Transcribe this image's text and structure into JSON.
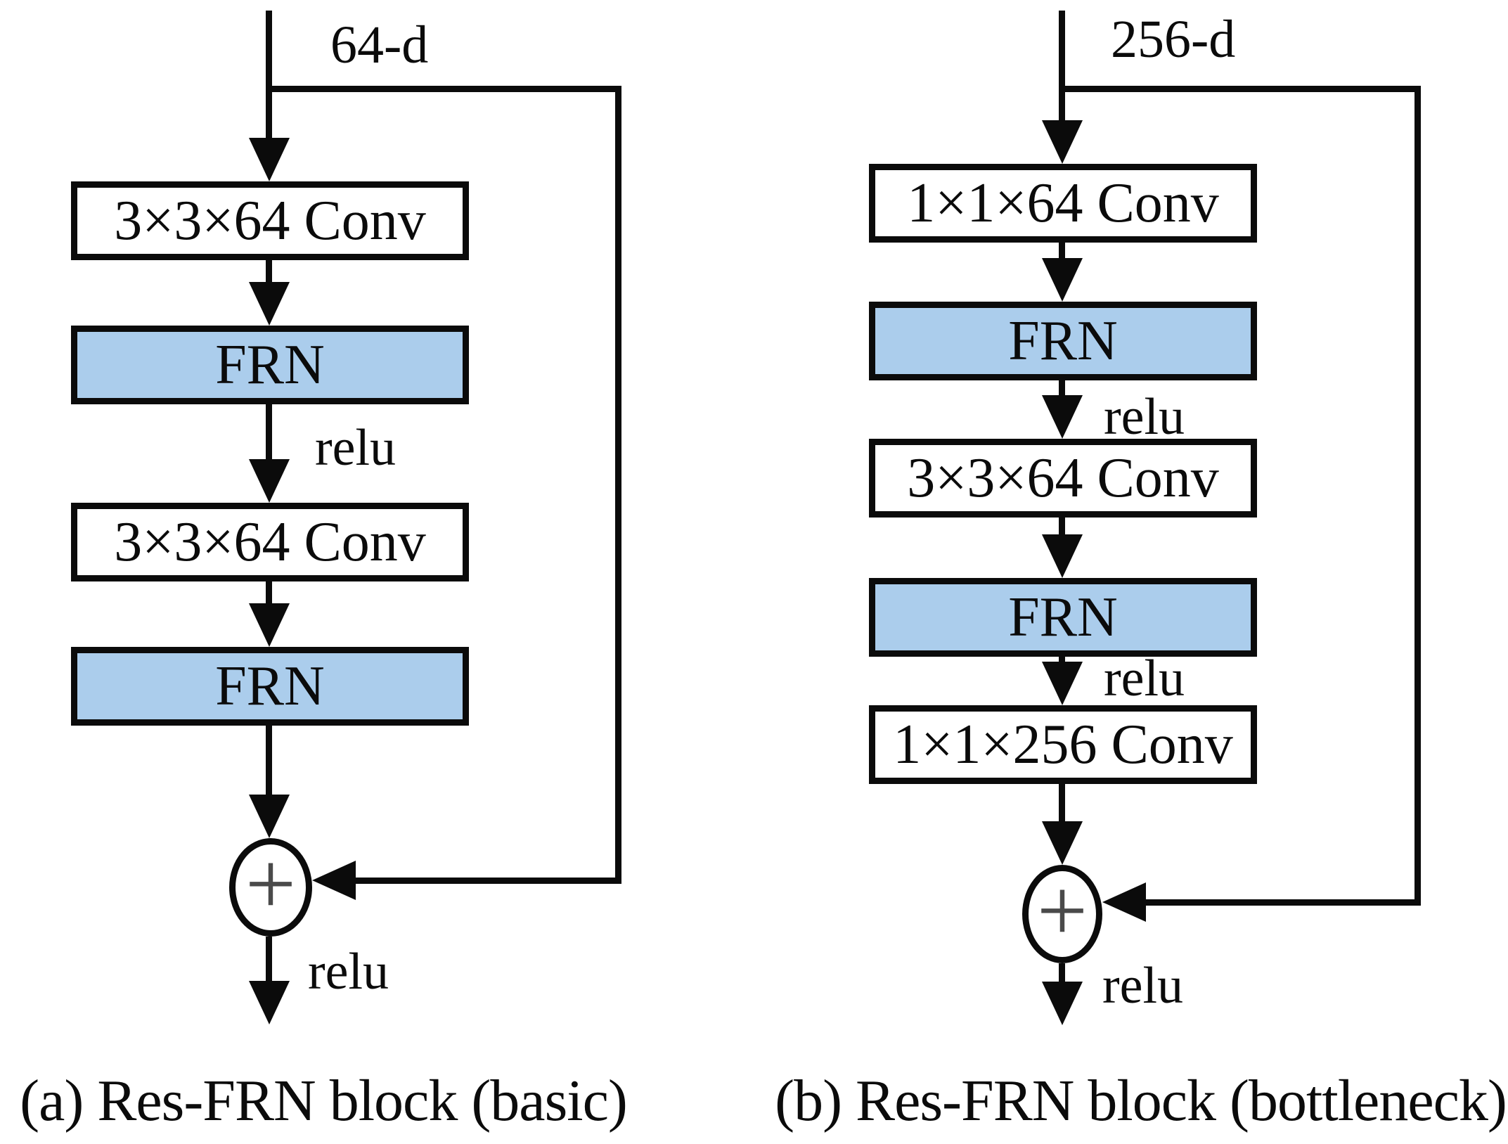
{
  "colors": {
    "frn_fill": "#abcdec",
    "conv_fill": "#ffffff",
    "line": "#0b0b0b",
    "plus": "#4a4a4a"
  },
  "labels": {
    "relu": "relu",
    "plus": "+"
  },
  "diagram_a": {
    "input_dim_label": "64-d",
    "boxes": [
      {
        "label": "3×3×64 Conv",
        "type": "conv"
      },
      {
        "label": "FRN",
        "type": "frn"
      },
      {
        "label": "3×3×64 Conv",
        "type": "conv"
      },
      {
        "label": "FRN",
        "type": "frn"
      }
    ],
    "caption": "(a) Res-FRN block (basic)"
  },
  "diagram_b": {
    "input_dim_label": "256-d",
    "boxes": [
      {
        "label": "1×1×64 Conv",
        "type": "conv"
      },
      {
        "label": "FRN",
        "type": "frn"
      },
      {
        "label": "3×3×64 Conv",
        "type": "conv"
      },
      {
        "label": "FRN",
        "type": "frn"
      },
      {
        "label": "1×1×256 Conv",
        "type": "conv"
      }
    ],
    "caption": "(b) Res-FRN block (bottleneck)"
  }
}
